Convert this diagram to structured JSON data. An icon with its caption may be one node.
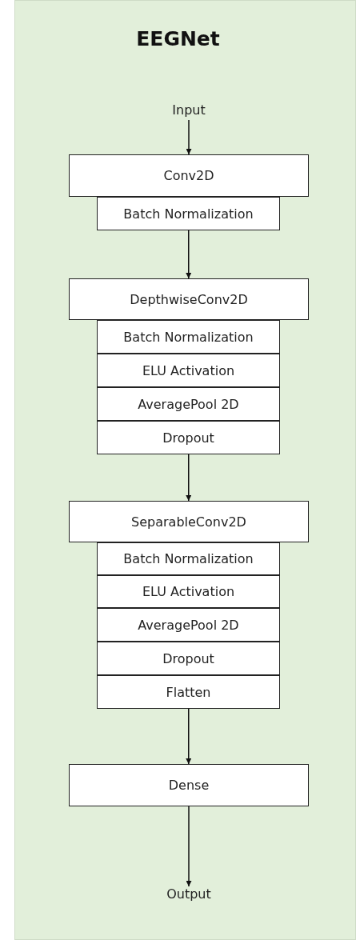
{
  "diagram": {
    "title": "EEGNet",
    "nodes": [
      {
        "text": [
          "Input"
        ]
      },
      {
        "text": [
          "Conv2D"
        ]
      },
      {
        "text": [
          "Batch Normalization"
        ]
      },
      {
        "text": [
          "DepthwiseConv2D"
        ]
      },
      {
        "text": [
          "Batch Normalization"
        ]
      },
      {
        "text": [
          "ELU Activation"
        ]
      },
      {
        "text": [
          "AveragePool 2D"
        ]
      },
      {
        "text": [
          "Dropout"
        ]
      },
      {
        "text": [
          "SeparableConv2D"
        ]
      },
      {
        "text": [
          "Batch Normalization"
        ]
      },
      {
        "text": [
          "ELU Activation"
        ]
      },
      {
        "text": [
          "AveragePool 2D"
        ]
      },
      {
        "text": [
          "Dropout"
        ]
      },
      {
        "text": [
          "Flatten"
        ]
      },
      {
        "text": [
          "Dense"
        ]
      },
      {
        "text": [
          "Output"
        ]
      }
    ],
    "edges": [
      {
        "from": 0,
        "to": 1,
        "arrow": "to"
      },
      {
        "from": 2,
        "to": 3,
        "arrow": "to"
      },
      {
        "from": 7,
        "to": 8,
        "arrow": "to"
      },
      {
        "from": 13,
        "to": 14,
        "arrow": "to"
      },
      {
        "from": 14,
        "to": 15,
        "arrow": "to"
      }
    ]
  }
}
